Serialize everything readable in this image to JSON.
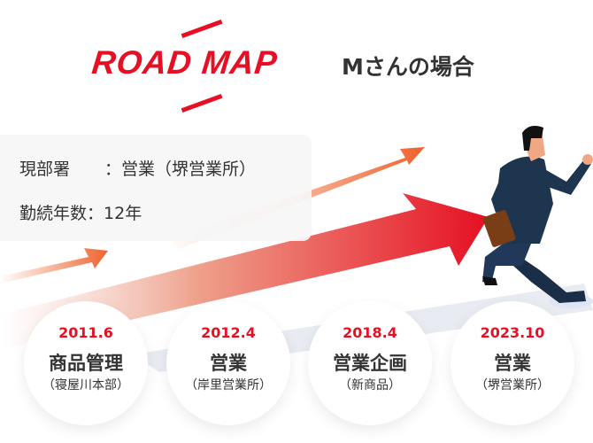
{
  "header": {
    "logo_text": "ROAD MAP",
    "subtitle": "Mさんの場合"
  },
  "profile": {
    "department_label": "現部署",
    "department_value": "：営業（堺営業所）",
    "tenure_label": "勤続年数",
    "tenure_value": "：12年"
  },
  "timeline": [
    {
      "date": "2011.6",
      "title": "商品管理",
      "detail": "（寝屋川本部）"
    },
    {
      "date": "2012.4",
      "title": "営業",
      "detail": "（岸里営業所）"
    },
    {
      "date": "2018.4",
      "title": "営業企画",
      "detail": "（新商品）"
    },
    {
      "date": "2023.10",
      "title": "営業",
      "detail": "（堺営業所）"
    }
  ],
  "colors": {
    "accent": "#e60f23",
    "text": "#333333",
    "suit": "#1e3550"
  }
}
